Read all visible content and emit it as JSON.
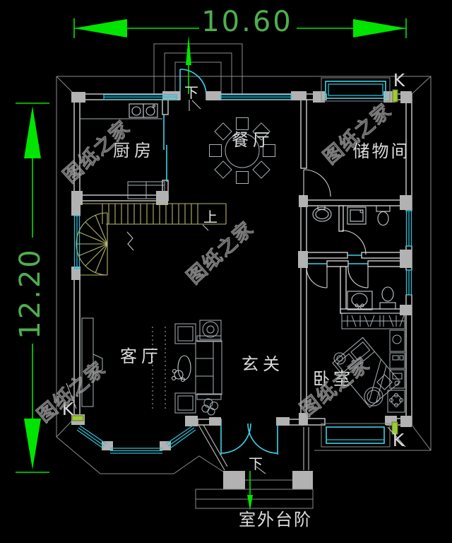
{
  "dimensions": {
    "top_width": "10.60",
    "left_height": "12.20"
  },
  "room_labels": {
    "kitchen": "厨房",
    "dining": "餐厅",
    "storage": "储物间",
    "living": "客厅",
    "foyer": "玄关",
    "bedroom": "卧室"
  },
  "annotations": {
    "stairs_up": "上",
    "door_top": "下",
    "door_bottom": "下",
    "outdoor_steps": "室外台阶",
    "window_mark": "K"
  },
  "watermark": {
    "text": "图纸之家"
  },
  "colors": {
    "background": "#000000",
    "wall": "#dedede",
    "window_cyan": "#2bbcd4",
    "dimension_green": "#00e400",
    "dim_text_green": "#4fae4f",
    "stair_khaki": "#b5b56b",
    "column_gray": "#b2b2b2",
    "marker_green": "#9fc838"
  }
}
